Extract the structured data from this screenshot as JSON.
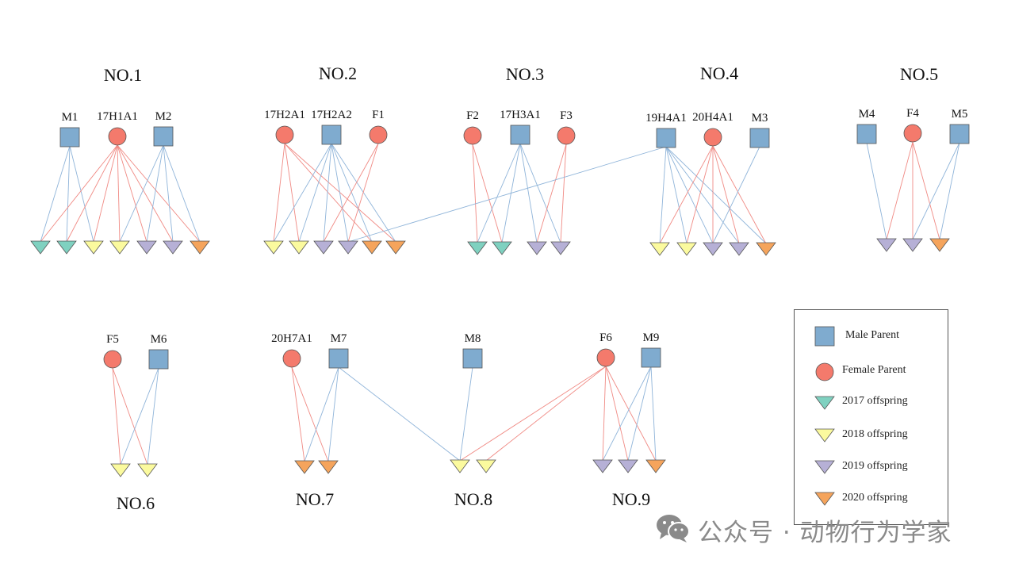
{
  "diagram": {
    "colors": {
      "male": "#7fabcf",
      "female": "#f47a6c",
      "2017": "#7fd1c0",
      "2018": "#fbfa9e",
      "2019": "#b6b0d6",
      "2020": "#f5a45c",
      "male_edge": "#8fb4d9",
      "female_edge": "#f08a84",
      "outline": "#555555"
    },
    "families": [
      {
        "title": "NO.1",
        "parents": [
          {
            "id": "M1",
            "label": "M1",
            "sex": "male"
          },
          {
            "id": "17H1A1",
            "label": "17H1A1",
            "sex": "female"
          },
          {
            "id": "M2",
            "label": "M2",
            "sex": "male"
          }
        ],
        "offspring": [
          "2017",
          "2017",
          "2018",
          "2018",
          "2019",
          "2019",
          "2020"
        ]
      },
      {
        "title": "NO.2",
        "parents": [
          {
            "id": "17H2A1",
            "label": "17H2A1",
            "sex": "female"
          },
          {
            "id": "17H2A2",
            "label": "17H2A2",
            "sex": "male"
          },
          {
            "id": "F1",
            "label": "F1",
            "sex": "female"
          }
        ],
        "offspring": [
          "2018",
          "2018",
          "2019",
          "2019",
          "2020",
          "2020"
        ]
      },
      {
        "title": "NO.3",
        "parents": [
          {
            "id": "F2",
            "label": "F2",
            "sex": "female"
          },
          {
            "id": "17H3A1",
            "label": "17H3A1",
            "sex": "male"
          },
          {
            "id": "F3",
            "label": "F3",
            "sex": "female"
          }
        ],
        "offspring": [
          "2017",
          "2017",
          "2019",
          "2019"
        ]
      },
      {
        "title": "NO.4",
        "parents": [
          {
            "id": "19H4A1",
            "label": "19H4A1",
            "sex": "male"
          },
          {
            "id": "20H4A1",
            "label": "20H4A1",
            "sex": "female"
          },
          {
            "id": "M3",
            "label": "M3",
            "sex": "male"
          }
        ],
        "offspring": [
          "2018",
          "2018",
          "2019",
          "2019",
          "2020"
        ]
      },
      {
        "title": "NO.5",
        "parents": [
          {
            "id": "M4",
            "label": "M4",
            "sex": "male"
          },
          {
            "id": "F4",
            "label": "F4",
            "sex": "female"
          },
          {
            "id": "M5",
            "label": "M5",
            "sex": "male"
          }
        ],
        "offspring": [
          "2019",
          "2019",
          "2020"
        ]
      },
      {
        "title": "NO.6",
        "parents": [
          {
            "id": "F5",
            "label": "F5",
            "sex": "female"
          },
          {
            "id": "M6",
            "label": "M6",
            "sex": "male"
          }
        ],
        "offspring": [
          "2018",
          "2018"
        ]
      },
      {
        "title": "NO.7",
        "parents": [
          {
            "id": "20H7A1",
            "label": "20H7A1",
            "sex": "female"
          },
          {
            "id": "M7",
            "label": "M7",
            "sex": "male"
          }
        ],
        "offspring": [
          "2020",
          "2020"
        ]
      },
      {
        "title": "NO.8",
        "parents": [
          {
            "id": "M8",
            "label": "M8",
            "sex": "male"
          }
        ],
        "offspring": [
          "2018",
          "2018"
        ]
      },
      {
        "title": "NO.9",
        "parents": [
          {
            "id": "F6",
            "label": "F6",
            "sex": "female"
          },
          {
            "id": "M9",
            "label": "M9",
            "sex": "male"
          }
        ],
        "offspring": [
          "2019",
          "2019",
          "2020"
        ]
      }
    ],
    "edges": [
      [
        "M1",
        0,
        0
      ],
      [
        "M1",
        0,
        1
      ],
      [
        "M1",
        0,
        2
      ],
      [
        "17H1A1",
        0,
        0
      ],
      [
        "17H1A1",
        0,
        1
      ],
      [
        "17H1A1",
        0,
        2
      ],
      [
        "17H1A1",
        0,
        3
      ],
      [
        "17H1A1",
        0,
        4
      ],
      [
        "17H1A1",
        0,
        5
      ],
      [
        "17H1A1",
        0,
        6
      ],
      [
        "M2",
        0,
        3
      ],
      [
        "M2",
        0,
        4
      ],
      [
        "M2",
        0,
        5
      ],
      [
        "M2",
        0,
        6
      ],
      [
        "17H2A1",
        1,
        0
      ],
      [
        "17H2A1",
        1,
        1
      ],
      [
        "17H2A1",
        1,
        4
      ],
      [
        "17H2A1",
        1,
        5
      ],
      [
        "17H2A2",
        1,
        0
      ],
      [
        "17H2A2",
        1,
        1
      ],
      [
        "17H2A2",
        1,
        2
      ],
      [
        "17H2A2",
        1,
        3
      ],
      [
        "17H2A2",
        1,
        4
      ],
      [
        "17H2A2",
        1,
        5
      ],
      [
        "F1",
        1,
        2
      ],
      [
        "F1",
        1,
        3
      ],
      [
        "F2",
        2,
        0
      ],
      [
        "F2",
        2,
        1
      ],
      [
        "17H3A1",
        2,
        0
      ],
      [
        "17H3A1",
        2,
        1
      ],
      [
        "17H3A1",
        2,
        2
      ],
      [
        "17H3A1",
        2,
        3
      ],
      [
        "F3",
        2,
        2
      ],
      [
        "F3",
        2,
        3
      ],
      [
        "19H4A1",
        1,
        3
      ],
      [
        "19H4A1",
        3,
        0
      ],
      [
        "19H4A1",
        3,
        1
      ],
      [
        "19H4A1",
        3,
        2
      ],
      [
        "19H4A1",
        3,
        3
      ],
      [
        "19H4A1",
        3,
        4
      ],
      [
        "20H4A1",
        3,
        0
      ],
      [
        "20H4A1",
        3,
        1
      ],
      [
        "20H4A1",
        3,
        2
      ],
      [
        "20H4A1",
        3,
        3
      ],
      [
        "20H4A1",
        3,
        4
      ],
      [
        "M3",
        3,
        2
      ],
      [
        "M4",
        4,
        0
      ],
      [
        "F4",
        4,
        0
      ],
      [
        "F4",
        4,
        1
      ],
      [
        "F4",
        4,
        2
      ],
      [
        "M5",
        4,
        1
      ],
      [
        "M5",
        4,
        2
      ],
      [
        "F5",
        5,
        0
      ],
      [
        "F5",
        5,
        1
      ],
      [
        "M6",
        5,
        0
      ],
      [
        "M6",
        5,
        1
      ],
      [
        "20H7A1",
        6,
        0
      ],
      [
        "20H7A1",
        6,
        1
      ],
      [
        "M7",
        6,
        0
      ],
      [
        "M7",
        6,
        1
      ],
      [
        "M7",
        7,
        0
      ],
      [
        "M8",
        7,
        0
      ],
      [
        "F6",
        7,
        0
      ],
      [
        "F6",
        7,
        1
      ],
      [
        "F6",
        8,
        0
      ],
      [
        "F6",
        8,
        1
      ],
      [
        "F6",
        8,
        2
      ],
      [
        "M9",
        8,
        0
      ],
      [
        "M9",
        8,
        1
      ],
      [
        "M9",
        8,
        2
      ]
    ]
  },
  "legend": {
    "items": [
      {
        "label": "Male Parent",
        "kind": "male"
      },
      {
        "label": "Female Parent",
        "kind": "female"
      },
      {
        "label": "2017 offspring",
        "kind": "2017"
      },
      {
        "label": "2018 offspring",
        "kind": "2018"
      },
      {
        "label": "2019 offspring",
        "kind": "2019"
      },
      {
        "label": "2020 offspring",
        "kind": "2020"
      }
    ]
  },
  "watermark": {
    "icon": "wechat-icon",
    "text": "公众号 · 动物行为学家"
  }
}
